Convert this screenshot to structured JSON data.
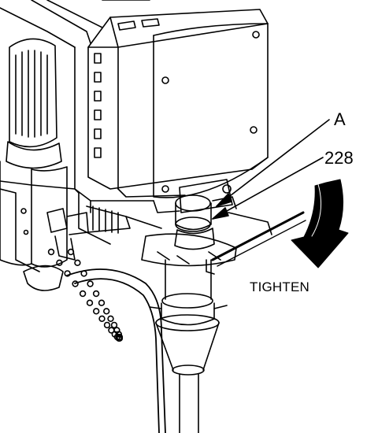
{
  "callouts": {
    "a": "A",
    "part_228": "228",
    "tighten": "TIGHTEN"
  },
  "colors": {
    "line": "#000000",
    "background": "#ffffff"
  }
}
